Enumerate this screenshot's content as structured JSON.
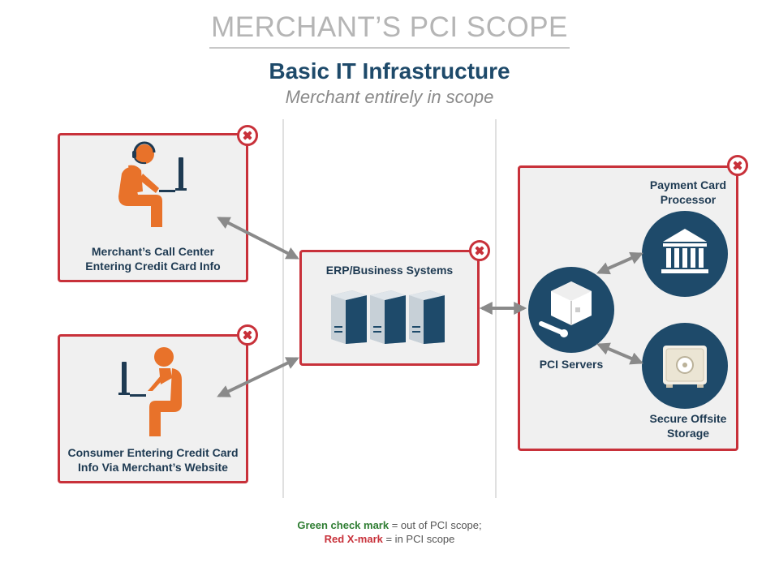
{
  "header": {
    "title": "MERCHANT’S PCI SCOPE",
    "subtitle": "Basic IT Infrastructure",
    "subsubtitle": "Merchant entirely in scope"
  },
  "nodes": {
    "call_center": {
      "label_line1": "Merchant’s Call Center",
      "label_line2": "Entering Credit Card Info",
      "in_scope": true
    },
    "consumer": {
      "label_line1": "Consumer Entering Credit Card",
      "label_line2": "Info Via Merchant’s Website",
      "in_scope": true
    },
    "erp": {
      "label": "ERP/Business Systems",
      "in_scope": true
    },
    "pci_group": {
      "in_scope": true,
      "payment_processor": {
        "label_line1": "Payment Card",
        "label_line2": "Processor"
      },
      "pci_servers": {
        "label": "PCI Servers"
      },
      "secure_storage": {
        "label_line1": "Secure Offsite",
        "label_line2": "Storage"
      }
    }
  },
  "legend": {
    "green_label": "Green check mark",
    "green_text": " = out of PCI scope;",
    "red_label": "Red X-mark",
    "red_text": " = in PCI scope"
  },
  "colors": {
    "scope_red": "#c8313a",
    "person_orange": "#e8722a",
    "dark_navy": "#1e4a6a",
    "arrow_gray": "#8a8a8a"
  },
  "icons": [
    "person-with-headset-icon",
    "person-at-computer-icon",
    "server-rack-icon",
    "bank-building-icon",
    "cube-box-icon",
    "safe-icon",
    "x-mark-icon"
  ]
}
